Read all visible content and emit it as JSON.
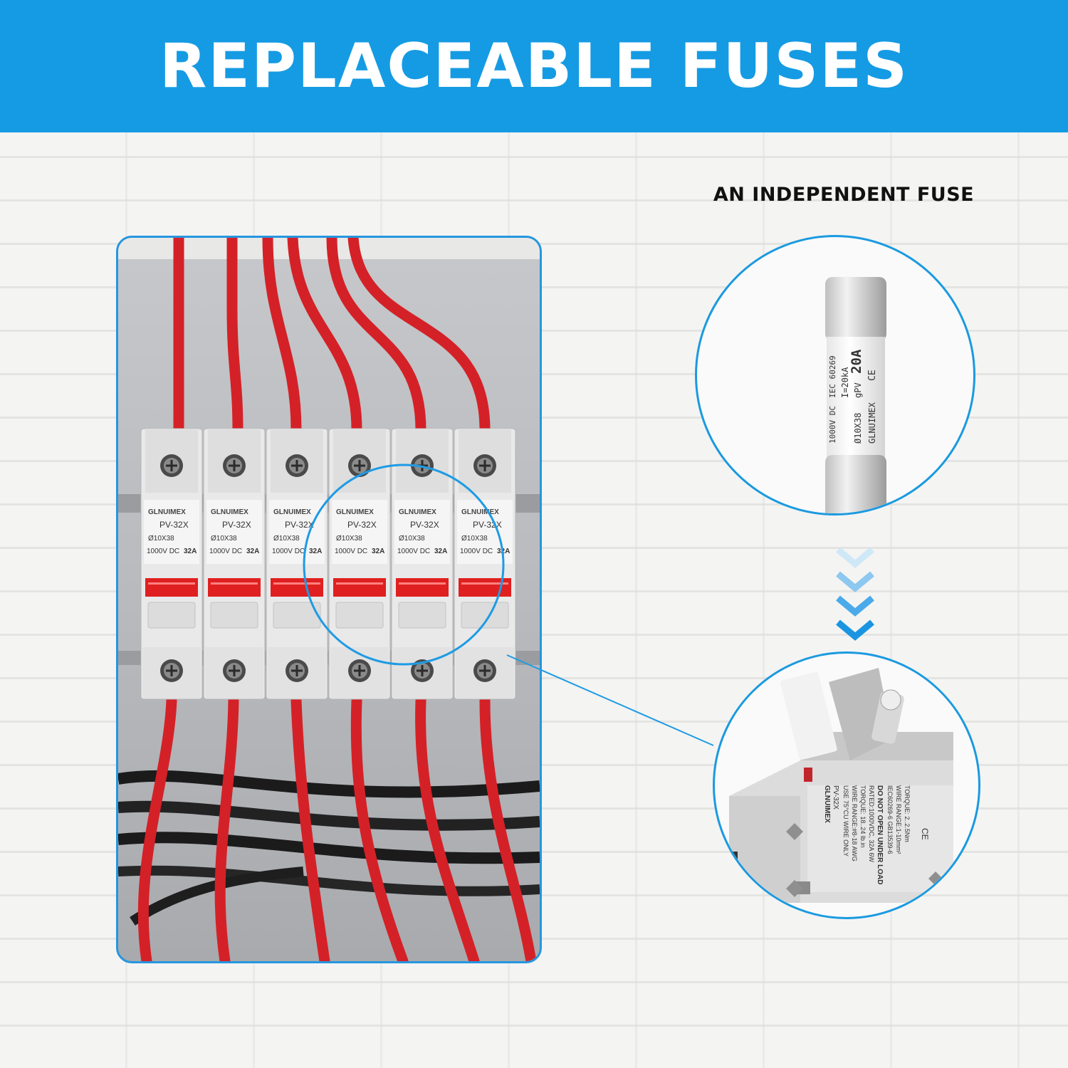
{
  "banner": {
    "title": "REPLACEABLE FUSES"
  },
  "caption": {
    "text": "AN INDEPENDENT FUSE"
  },
  "holders": {
    "brand": "GLNUIMEX",
    "model": "PV-32X",
    "size": "Ø10X38",
    "rating": "1000V DC",
    "current": "32A",
    "count": 6
  },
  "fuse": {
    "brand": "GLNUIMEX",
    "ce": "CE",
    "size": "Ø10X38",
    "type": "gPV",
    "current": "20A",
    "breaking": "I=20kA",
    "voltage": "1000V DC",
    "standard": "IEC 60269"
  },
  "holder_detail": {
    "brand": "GLNUIMEX",
    "model": "PV-32X",
    "lines": [
      "USE 75°CU WIRE ONLY",
      "WIRE RANGE:#8-18 AWG",
      "TORQUE: 18..24 lb.in",
      "RATED:1000VDC, 32A 6W",
      "DO NOT OPEN UNDER LOAD",
      "IEC60269-6 GB13539-6",
      "WIRE RANGE:1-10mm²",
      "TORQUE: 2..2.5Nm"
    ],
    "ce": "CE"
  },
  "colors": {
    "accent": "#159be3",
    "wire": "#d42127",
    "indicator": "#e02020"
  }
}
